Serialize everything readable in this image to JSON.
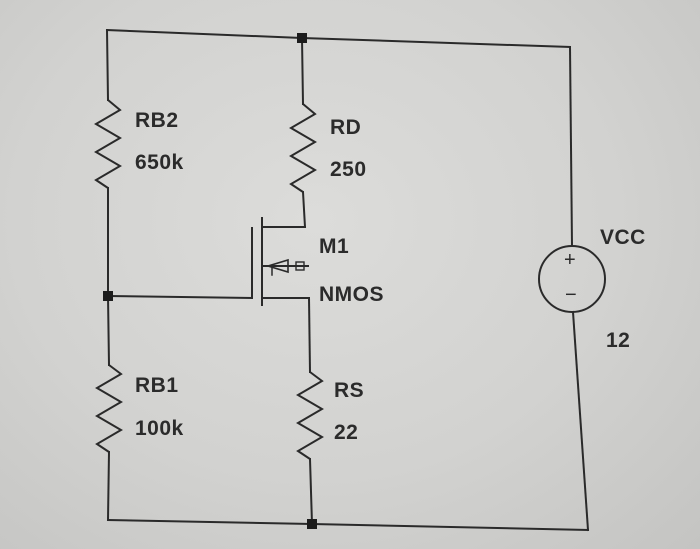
{
  "components": {
    "rb2": {
      "name": "RB2",
      "value": "650k"
    },
    "rd": {
      "name": "RD",
      "value": "250"
    },
    "m1": {
      "name": "M1",
      "model": "NMOS"
    },
    "vcc": {
      "name": "VCC",
      "value": "12",
      "plus": "+",
      "minus": "−"
    },
    "rb1": {
      "name": "RB1",
      "value": "100k"
    },
    "rs": {
      "name": "RS",
      "value": "22"
    }
  },
  "colors": {
    "wire": "#2a2a2a",
    "background": "#d3d3d1"
  }
}
